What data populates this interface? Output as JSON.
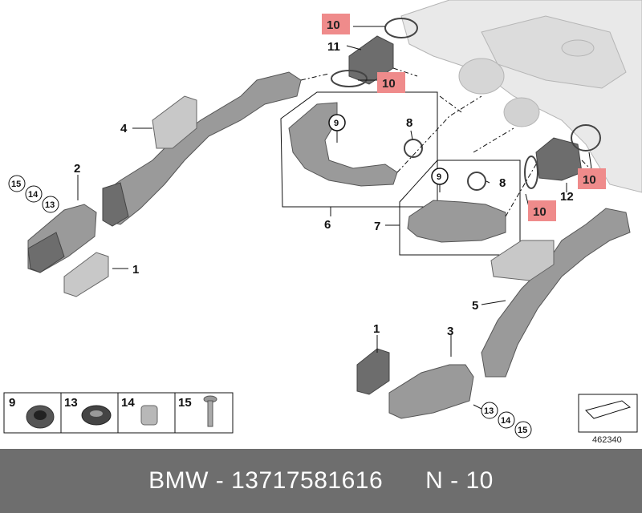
{
  "callouts": {
    "n1a": "1",
    "n1b": "1",
    "n2": "2",
    "n3": "3",
    "n4": "4",
    "n5": "5",
    "n6": "6",
    "n7": "7",
    "n8a": "8",
    "n8b": "8",
    "n9a": "9",
    "n9b": "9",
    "n10a": "10",
    "n10b": "10",
    "n10c": "10",
    "n10d": "10",
    "n11": "11",
    "n12": "12",
    "n13a": "13",
    "n13b": "13",
    "n14a": "14",
    "n14b": "14",
    "n15a": "15",
    "n15b": "15"
  },
  "legend": {
    "items": [
      {
        "label": "9"
      },
      {
        "label": "13"
      },
      {
        "label": "14"
      },
      {
        "label": "15"
      }
    ]
  },
  "ref_number": "462340",
  "footer": "BMW - 13717581616      N - 10",
  "colors": {
    "highlight": "#ef8b8b",
    "footer_bg": "#6e6e6e"
  }
}
